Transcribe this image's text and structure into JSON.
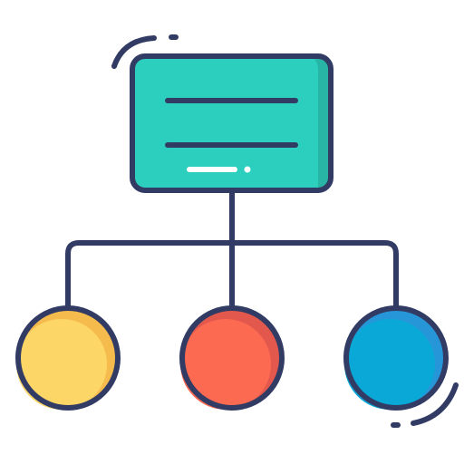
{
  "diagram": {
    "type": "hierarchy",
    "icon": "hierarchy-org-chart-icon",
    "root": {
      "icon": "document-card-icon",
      "fill": "#2ccfbe",
      "shade": "#28b5a6",
      "text_lines": 2,
      "highlight": "#ffffff"
    },
    "children": [
      {
        "name": "yellow-node",
        "fill": "#fcd667",
        "shade": "#f5bc4d"
      },
      {
        "name": "red-node",
        "fill": "#fd6a52",
        "shade": "#e2584c"
      },
      {
        "name": "blue-node",
        "fill": "#0aa8d7",
        "shade": "#2796d9"
      }
    ],
    "outline": "#323b63"
  }
}
